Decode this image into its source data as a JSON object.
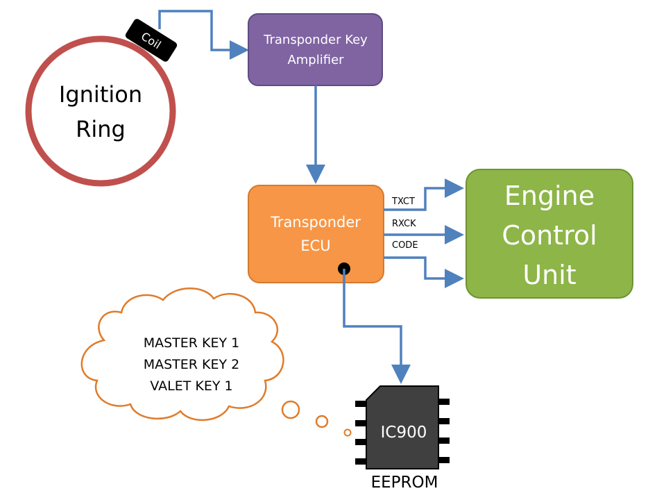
{
  "ignition_ring": {
    "line1": "Ignition",
    "line2": "Ring"
  },
  "coil": {
    "label": "Coil"
  },
  "amplifier": {
    "line1": "Transponder Key",
    "line2": "Amplifier"
  },
  "transponder_ecu": {
    "line1": "Transponder",
    "line2": "ECU"
  },
  "engine_control_unit": {
    "line1": "Engine",
    "line2": "Control",
    "line3": "Unit"
  },
  "signals": {
    "txct": "TXCT",
    "rxck": "RXCK",
    "code": "CODE"
  },
  "thought_bubble": {
    "line1": "MASTER KEY 1",
    "line2": "MASTER KEY 2",
    "line3": "VALET KEY 1"
  },
  "chip": {
    "label": "IC900",
    "caption": "EEPROM"
  },
  "colors": {
    "ring": "#c0504d",
    "amplifier": "#8064a2",
    "ecu": "#f79646",
    "engine": "#8db548",
    "arrow": "#4f81bd",
    "bubble": "#e07b2a",
    "chip": "#404040"
  }
}
